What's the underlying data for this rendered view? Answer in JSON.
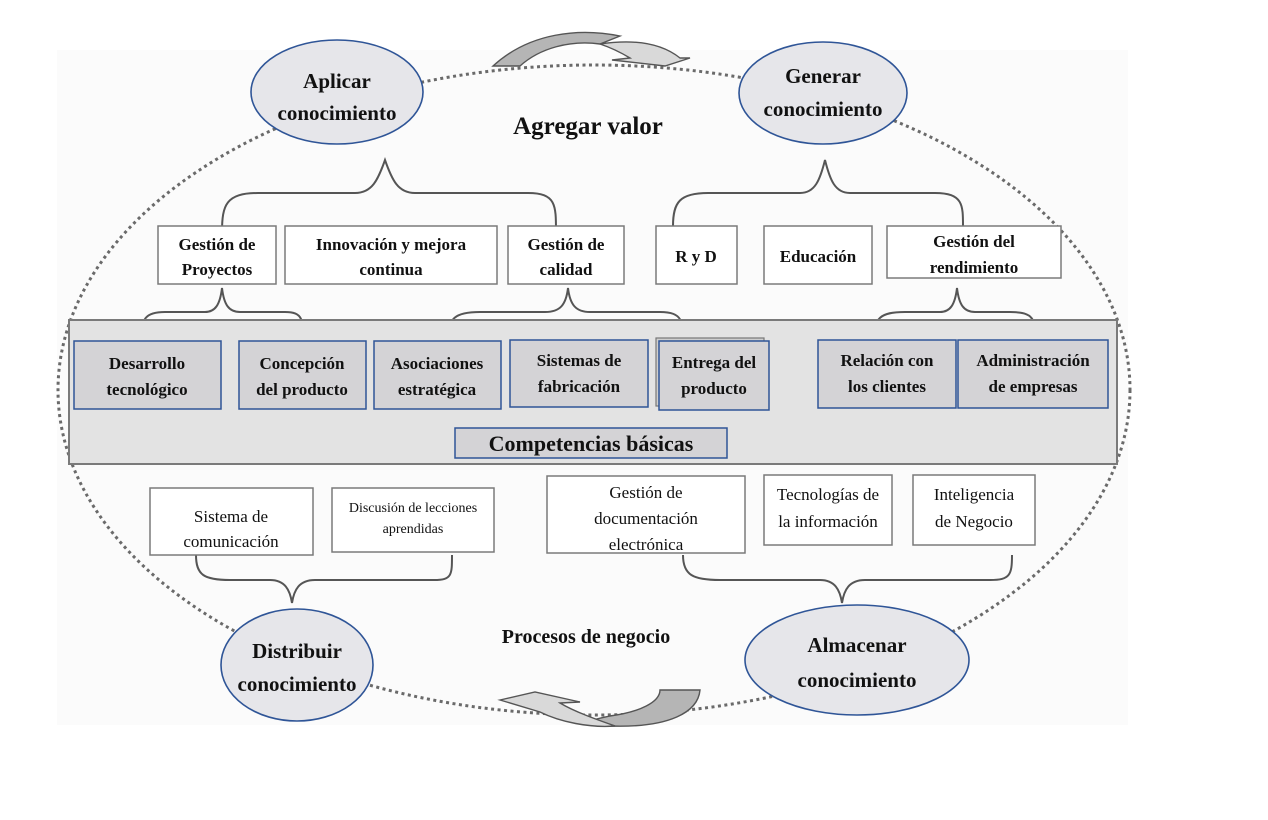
{
  "title": "Agregar valor",
  "bottom_title": "Procesos de negocio",
  "nodes": {
    "apply": [
      "Aplicar",
      "conocimiento"
    ],
    "generate": [
      "Generar",
      "conocimiento"
    ],
    "distribute": [
      "Distribuir",
      "conocimiento"
    ],
    "store": [
      "Almacenar",
      "conocimiento"
    ]
  },
  "value_processes": [
    [
      "Gestión de",
      "Proyectos"
    ],
    [
      "Innovación y mejora",
      "continua"
    ],
    [
      "Gestión de",
      "calidad"
    ],
    [
      "R y D"
    ],
    [
      "Educación"
    ],
    [
      "Gestión del",
      "rendimiento"
    ]
  ],
  "core_competencies": {
    "label": "Competencias básicas",
    "items": [
      [
        "Desarrollo",
        "tecnológico"
      ],
      [
        "Concepción",
        "del producto"
      ],
      [
        "Asociaciones",
        "estratégica"
      ],
      [
        "Sistemas de",
        "fabricación"
      ],
      [
        "Entrega del",
        "producto"
      ],
      [
        "Relación con",
        "los clientes"
      ],
      [
        "Administración",
        "de empresas"
      ]
    ]
  },
  "business_processes": [
    [
      "Sistema de",
      "comunicación"
    ],
    [
      "Discusión de lecciones",
      "aprendidas"
    ],
    [
      "Gestión de",
      "documentación",
      "electrónica"
    ],
    [
      "Tecnologías de",
      "la información"
    ],
    [
      "Inteligencia",
      "de Negocio"
    ]
  ],
  "colors": {
    "ellipse_fill": "#e6e6ea",
    "ellipse_stroke": "#2f5597",
    "competency_fill": "#d4d3d6",
    "band_fill": "#e3e3e3"
  }
}
